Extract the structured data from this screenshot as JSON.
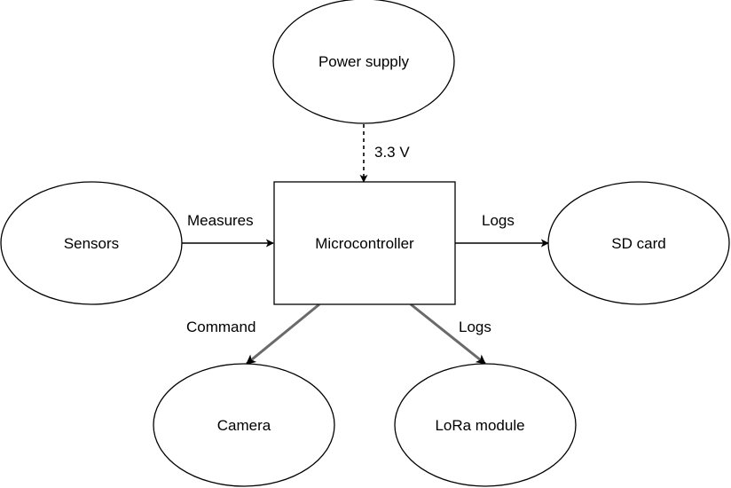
{
  "nodes": {
    "power_supply": "Power supply",
    "microcontroller": "Microcontroller",
    "sensors": "Sensors",
    "sd_card": "SD card",
    "camera": "Camera",
    "lora_module": "LoRa module"
  },
  "edges": {
    "power_label": "3.3 V",
    "sensors_label": "Measures",
    "sd_label": "Logs",
    "camera_label": "Command",
    "lora_label": "Logs"
  },
  "colors": {
    "stroke": "#000000",
    "gray_edge": "#6a6a6a",
    "background": "#ffffff"
  }
}
